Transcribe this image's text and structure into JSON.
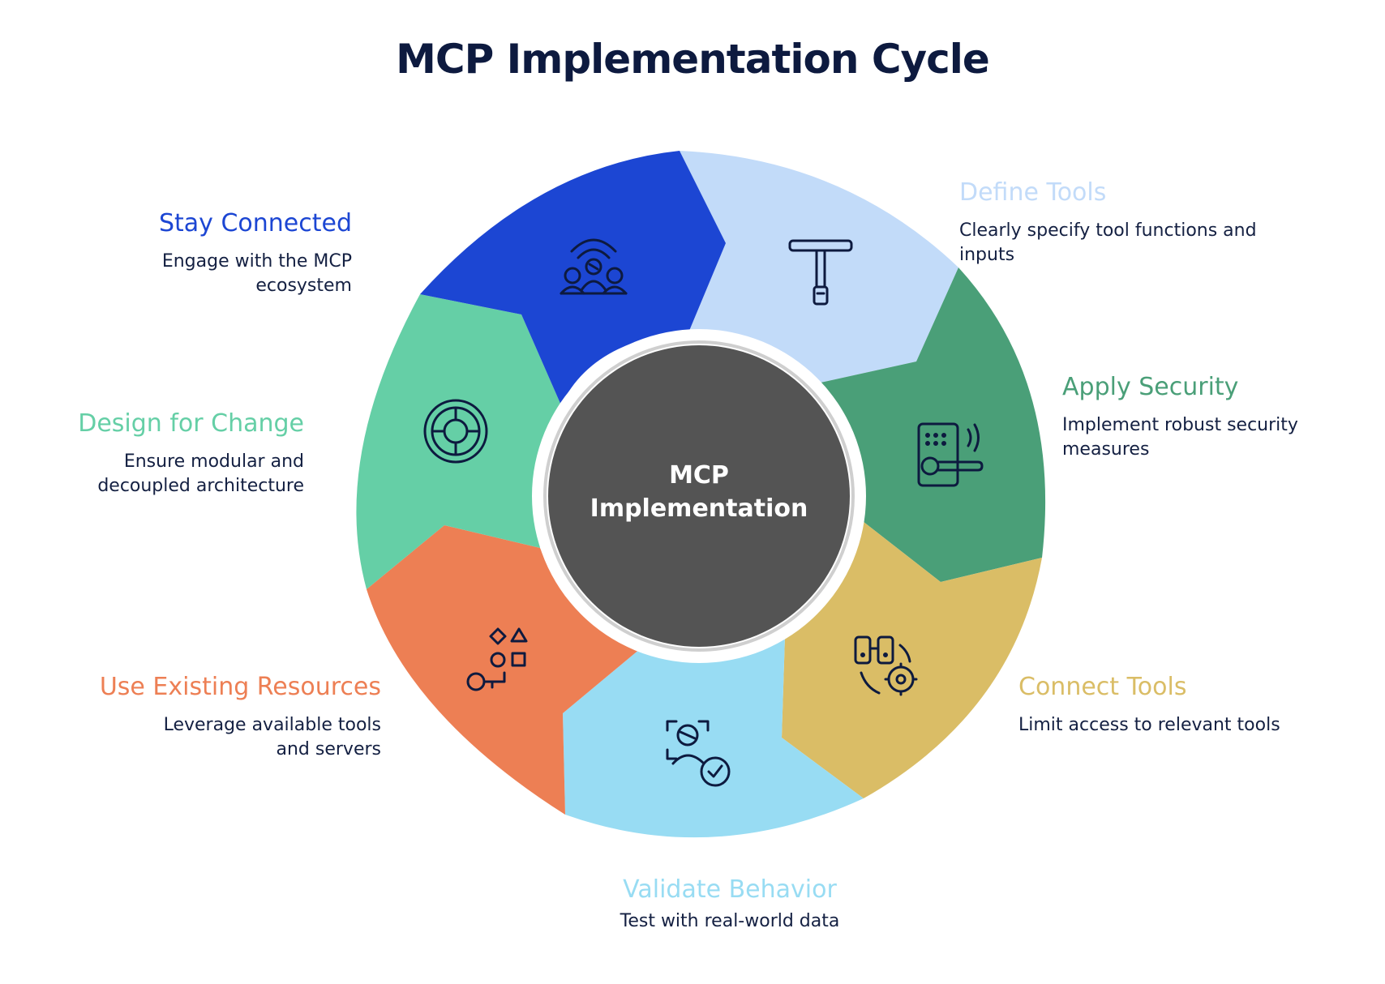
{
  "title": "MCP Implementation Cycle",
  "center": {
    "line1": "MCP",
    "line2": "Implementation"
  },
  "steps": [
    {
      "id": "define-tools",
      "title": "Define Tools",
      "description": "Clearly specify tool functions and inputs",
      "color": "#c2dbf9",
      "icon": "t-handle-tool-icon"
    },
    {
      "id": "apply-security",
      "title": "Apply Security",
      "description": "Implement robust security measures",
      "color": "#4a9f78",
      "icon": "keypad-lock-icon"
    },
    {
      "id": "connect-tools",
      "title": "Connect Tools",
      "description": "Limit access to relevant tools",
      "color": "#dabd66",
      "icon": "connect-gear-icon"
    },
    {
      "id": "validate-behavior",
      "title": "Validate Behavior",
      "description": "Test with real-world data",
      "color": "#98dcf3",
      "icon": "user-check-icon"
    },
    {
      "id": "use-existing-resources",
      "title": "Use Existing Resources",
      "description": "Leverage available tools and servers",
      "color": "#ed7f54",
      "icon": "shapes-key-icon"
    },
    {
      "id": "design-for-change",
      "title": "Design for Change",
      "description": "Ensure modular and decoupled architecture",
      "color": "#65cfa6",
      "icon": "lifebuoy-icon"
    },
    {
      "id": "stay-connected",
      "title": "Stay Connected",
      "description": "Engage with the MCP ecosystem",
      "color": "#1c46d3",
      "icon": "community-broadcast-icon"
    }
  ],
  "colors": {
    "center_fill": "#545454",
    "ring": "#ffffff",
    "title": "#0d1a3f",
    "text": "#142042"
  }
}
